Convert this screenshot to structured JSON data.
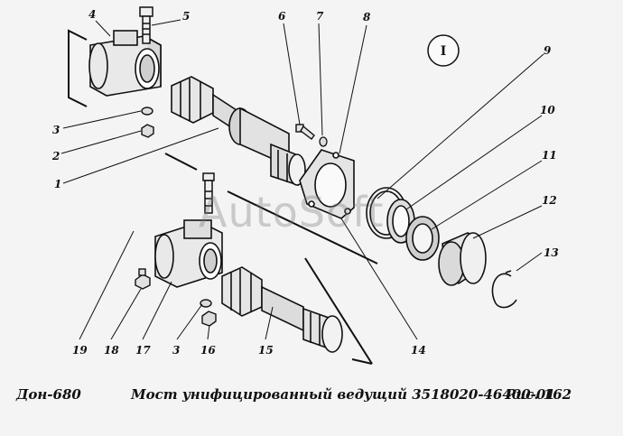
{
  "roman_label": "I",
  "callouts": [
    "4",
    "5",
    "6",
    "7",
    "8",
    "9",
    "10",
    "11",
    "12",
    "13",
    "3",
    "2",
    "1",
    "19",
    "18",
    "17",
    "3",
    "16",
    "15",
    "14"
  ],
  "watermark": "AutoSoft",
  "caption": {
    "left": "Дон-680",
    "middle": "Мост унифицированный ведущий 3518020-46400-01",
    "right": "Рис.  162"
  }
}
